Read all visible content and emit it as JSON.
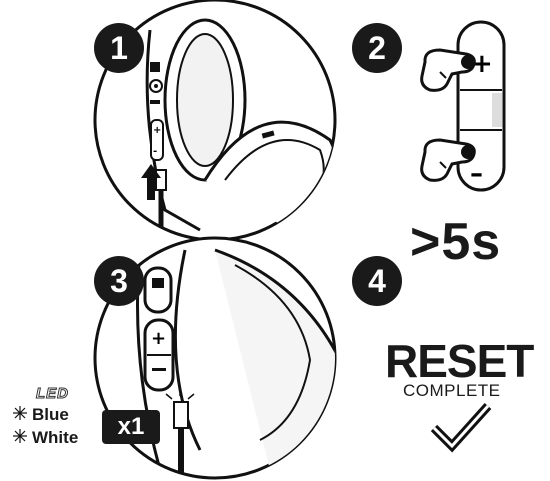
{
  "steps": [
    {
      "number": "1"
    },
    {
      "number": "2",
      "duration": ">5s"
    },
    {
      "number": "3",
      "led": {
        "label": "LED",
        "colors": [
          "Blue",
          "White"
        ],
        "count": "x1"
      }
    },
    {
      "number": "4",
      "title": "RESET",
      "subtitle": "COMPLETE"
    }
  ],
  "icons": [
    "headphone-port-icon",
    "up-arrow-icon",
    "hand-press-icon",
    "volume-buttons-icon",
    "led-sparkle-icon",
    "checkmark-icon"
  ]
}
